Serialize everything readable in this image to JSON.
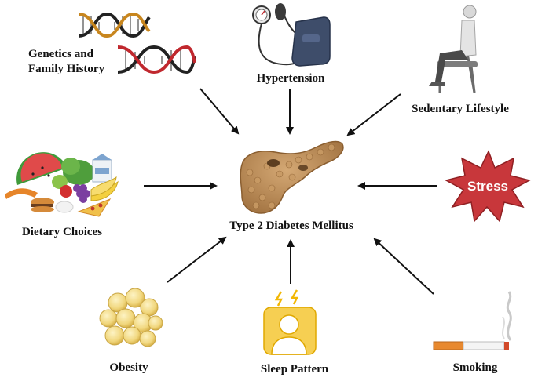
{
  "diagram": {
    "center": {
      "label": "Type 2 Diabetes Mellitus",
      "icon": "pancreas-icon"
    },
    "factors": [
      {
        "id": "genetics",
        "label_line1": "Genetics and",
        "label_line2": "Family History",
        "icon": "dna-helix-icon"
      },
      {
        "id": "hypertension",
        "label": "Hypertension",
        "icon": "blood-pressure-monitor-icon"
      },
      {
        "id": "sedentary",
        "label": "Sedentary Lifestyle",
        "icon": "seated-person-icon"
      },
      {
        "id": "diet",
        "label": "Dietary Choices",
        "icon": "food-assortment-icon"
      },
      {
        "id": "stress",
        "label": "Stress",
        "icon": "stress-burst-icon"
      },
      {
        "id": "obesity",
        "label": "Obesity",
        "icon": "fat-cells-icon"
      },
      {
        "id": "sleep",
        "label": "Sleep Pattern",
        "icon": "restless-sleeper-icon"
      },
      {
        "id": "smoking",
        "label": "Smoking",
        "icon": "cigarette-icon"
      }
    ],
    "colors": {
      "arrow": "#111111",
      "stress_fill": "#c8373b",
      "pancreas": "#b98a55",
      "sleep_accent": "#f2b705",
      "fat_cell": "#f1d77e"
    }
  }
}
